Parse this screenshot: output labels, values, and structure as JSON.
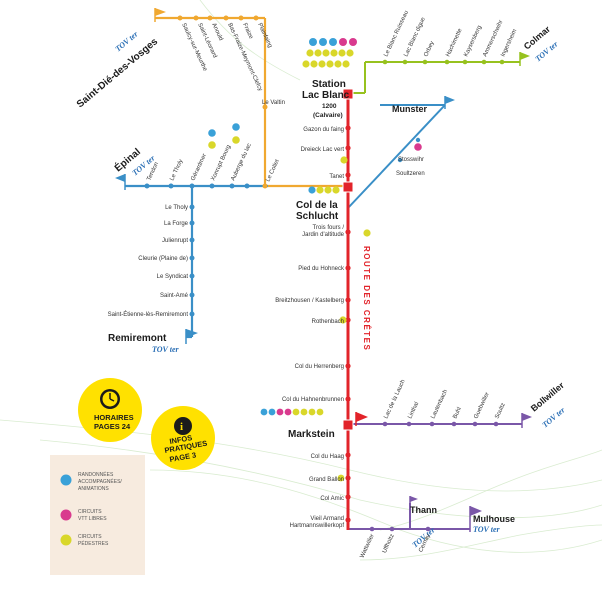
{
  "colors": {
    "crete": "#e2232a",
    "orange": "#f0a830",
    "blue": "#3a8fc7",
    "green": "#97c21f",
    "purple": "#7a57a8",
    "badge": "#ffe100"
  },
  "cities": {
    "saint_die": "Saint-Dié-des-Vosges",
    "epinal": "Épinal",
    "remiremont": "Remiremont",
    "colmar": "Colmar",
    "munster": "Munster",
    "bollwiller": "Bollwiller",
    "thann": "Thann",
    "mulhouse": "Mulhouse"
  },
  "brand": {
    "tov": "TOV",
    "ter": "ter"
  },
  "hubs": {
    "lac_blanc_1": "Station",
    "lac_blanc_2": "Lac Blanc",
    "lac_blanc_3": "1200",
    "lac_blanc_4": "(Calvaire)",
    "schlucht_1": "Col de la",
    "schlucht_2": "Schlucht",
    "markstein": "Markstein"
  },
  "route_label": "ROUTE DES CRÊTES",
  "orange_stops": [
    "Saulcy-sur-Meurthe",
    "Saint-Léonard",
    "Anould",
    "Bas-Fraize-Meymont-Clefcy",
    "Fraize",
    "Plainfaing",
    "Le Valtin",
    "Le Collet"
  ],
  "blue_west_stops": [
    "Tendon",
    "Le Tholy",
    "Gérardmer",
    "Xonrupt Bourg",
    "Auberge du lac"
  ],
  "blue_south_stops": [
    "Le Tholy",
    "La Forge",
    "Julienrupt",
    "Cleurie (Plaine de)",
    "Le Syndicat",
    "Saint-Amé",
    "Saint-Étienne-lès-Remiremont"
  ],
  "crete_stops": [
    "Gazon du faing",
    "Dreieck Lac vert",
    "Tanet",
    "Trois fours / Jardin d'altitude",
    "Pied du Hohneck",
    "Breitzhousen / Kastelberg",
    "Rothenbach",
    "Col du Herrenberg",
    "Col du Hahnenbrunnen",
    "Col du Haag",
    "Grand Ballon",
    "Col Amic",
    "Vieil Armand Hartmannswillerkopf"
  ],
  "green_stops": [
    "Le Blanc Ruisseau",
    "Lac Blanc digue",
    "Orbey",
    "Hachimette",
    "Kaysersberg",
    "Ammerschwihr",
    "Ingersheim"
  ],
  "munster_stops": [
    "Stosswihr",
    "Soultzeren"
  ],
  "purple_east_stops": [
    "Lac de la Lauch",
    "Linthal",
    "Lautenbach",
    "Buhl",
    "Guebwiller",
    "Soultz"
  ],
  "purple_south_stops": [
    "Wattwiller",
    "Uffholtz",
    "Cernay"
  ],
  "badges": {
    "horaires_1": "HORAIRES",
    "horaires_2": "PAGES 24",
    "infos_1": "INFOS",
    "infos_2": "PRATIQUES",
    "infos_3": "PAGE 3"
  },
  "legend": {
    "item1_1": "RANDONNÉES",
    "item1_2": "ACCOMPAGNÉES/",
    "item1_3": "ANIMATIONS",
    "item2_1": "CIRCUITS",
    "item2_2": "VTT LIBRES",
    "item3_1": "CIRCUITS",
    "item3_2": "PÉDESTRES"
  },
  "icons": [
    "clock-icon",
    "info-icon",
    "hiking-pin-icon",
    "mtb-pin-icon",
    "walk-pin-icon",
    "station-flag-icon"
  ]
}
